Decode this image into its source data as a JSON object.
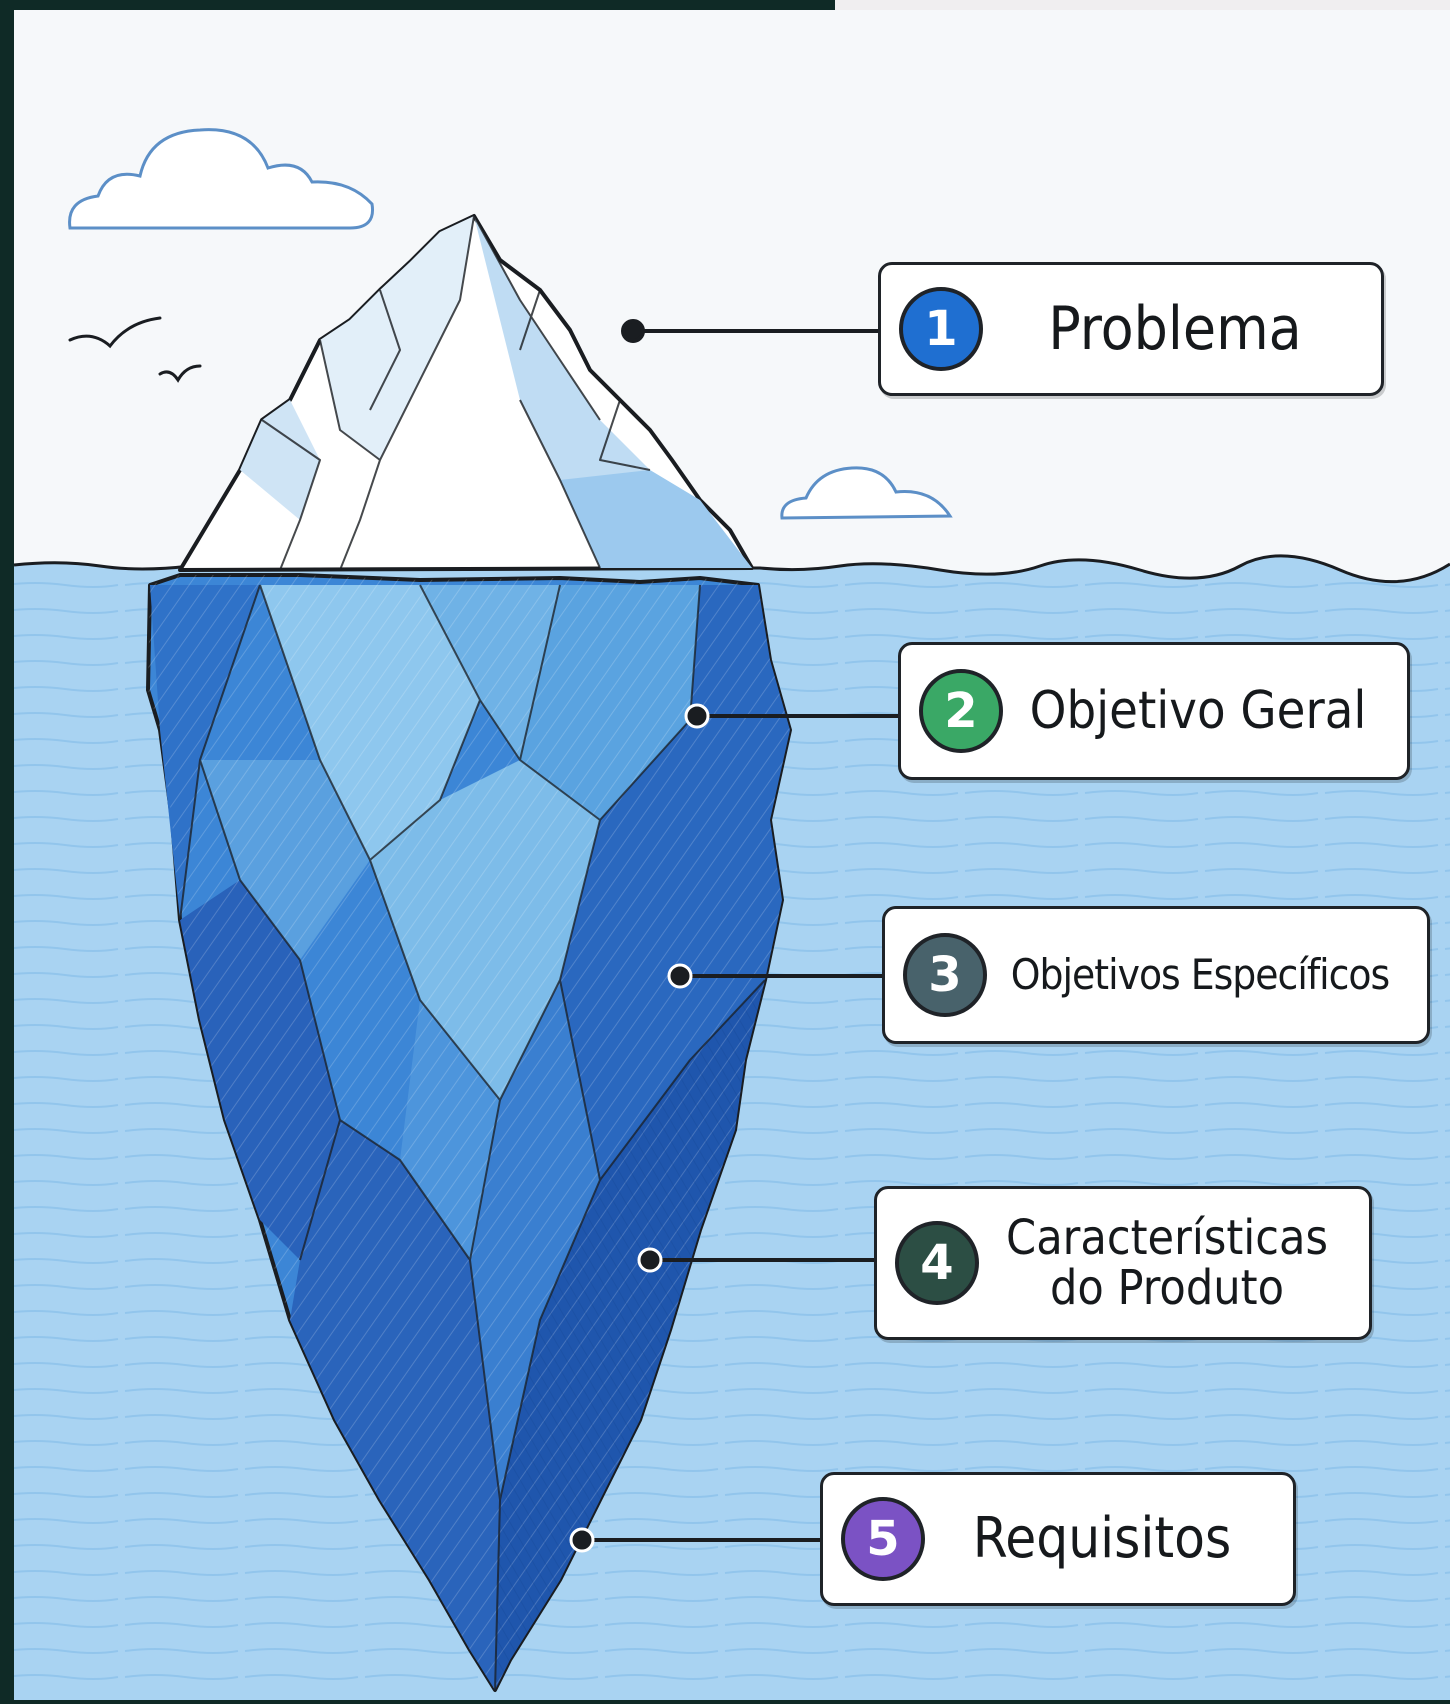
{
  "colors": {
    "paper": "#f6f8fa",
    "water": "#a9d3f2",
    "water_deep": "#8ec4ec",
    "ice_top": "#ffffff",
    "ice_shadow": "#cfe6f7",
    "ice_light": "#7cbbe9",
    "ice_mid": "#4d95dc",
    "ice_dark": "#2560b8",
    "outline": "#1a1d21"
  },
  "items": [
    {
      "number": "1",
      "label": "Problema",
      "badge_color": "#1f6fd1",
      "icon": "number-badge"
    },
    {
      "number": "2",
      "label": "Objetivo Geral",
      "badge_color": "#3aa866",
      "icon": "number-badge"
    },
    {
      "number": "3",
      "label": "Objetivos Específicos",
      "badge_color": "#48626b",
      "icon": "number-badge"
    },
    {
      "number": "4",
      "label_line1": "Características",
      "label_line2": "do Produto",
      "badge_color": "#2c4e44",
      "icon": "number-badge"
    },
    {
      "number": "5",
      "label": "Requisitos",
      "badge_color": "#7b52c4",
      "icon": "number-badge"
    }
  ]
}
